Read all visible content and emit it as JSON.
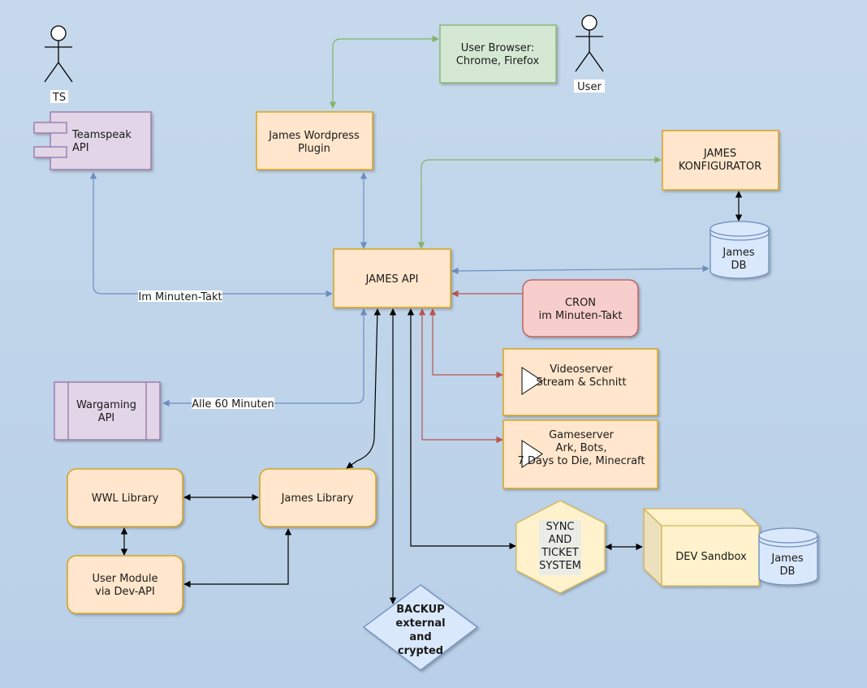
{
  "colors": {
    "background": "#c0d5ea",
    "orange_fill": "#ffe6cc",
    "orange_stroke": "#d79b00",
    "purple_fill": "#e1d5e7",
    "purple_stroke": "#9673a6",
    "green_fill": "#d5e8d4",
    "green_stroke": "#82b366",
    "red_fill": "#f8cecc",
    "red_stroke": "#b85450",
    "blue_fill": "#dae8fc",
    "blue_stroke": "#6c8ebf",
    "yellow_fill": "#fff2cc",
    "yellow_stroke": "#d6b656",
    "arrow_blue": "#6c8ebf",
    "arrow_green": "#82b366",
    "arrow_red": "#b85450",
    "arrow_black": "#000000"
  },
  "actors": {
    "ts": "TS",
    "user": "User"
  },
  "nodes": {
    "teamspeak_api": [
      "Teamspeak",
      "API"
    ],
    "wordpress_plugin": [
      "James Wordpress",
      "Plugin"
    ],
    "user_browser": [
      "User Browser:",
      "Chrome, Firefox"
    ],
    "james_konfigurator": [
      "JAMES",
      "KONFIGURATOR"
    ],
    "james_db_top": [
      "James",
      "DB"
    ],
    "james_api": [
      "JAMES API"
    ],
    "cron": [
      "CRON",
      "im Minuten-Takt"
    ],
    "videoserver": [
      "Videoserver",
      "",
      "Stream & Schnitt"
    ],
    "gameserver": [
      "Gameserver",
      "Ark, Bots,",
      "",
      "7 Days to Die, Minecraft"
    ],
    "wargaming_api": [
      "Wargaming",
      "API"
    ],
    "wwl_library": [
      "WWL Library"
    ],
    "james_library": [
      "James Library"
    ],
    "user_module": [
      "User Module",
      "via Dev-API"
    ],
    "sync_system": [
      "SYNC",
      "AND",
      "TICKET",
      "SYSTEM"
    ],
    "dev_sandbox": [
      "DEV Sandbox"
    ],
    "james_db_bottom": [
      "James",
      "DB"
    ],
    "backup": [
      "BACKUP",
      "external",
      "and",
      "crypted"
    ]
  },
  "edge_labels": {
    "minuten_takt": "Im Minuten-Takt",
    "alle_60": "Alle 60 Minuten"
  }
}
